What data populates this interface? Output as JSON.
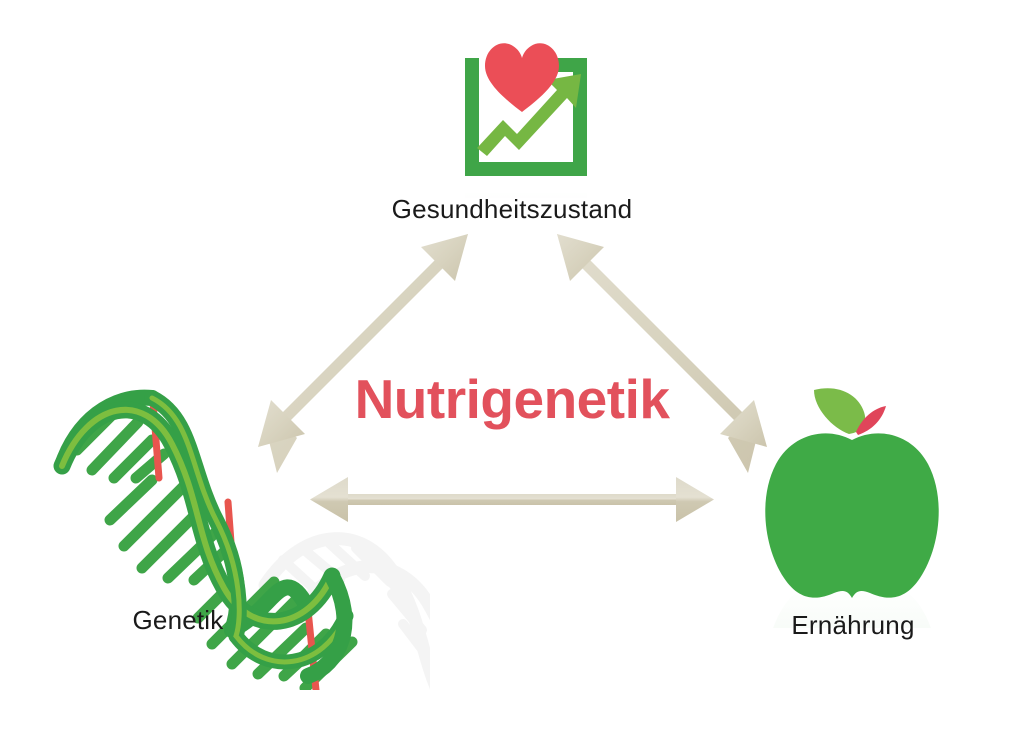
{
  "diagram": {
    "title": "Nutrigenetik",
    "title_color": "#E2515C",
    "background_color": "#FFFFFF",
    "arrow_color": "#D5D0BC",
    "label_color": "#1A1A1A"
  },
  "nodes": [
    {
      "id": "health",
      "label": "Gesundheitszustand",
      "icon": "heart-growth-chart-icon",
      "colors": {
        "frame": "#3FA548",
        "trend_arrow": "#76B743",
        "heart": "#EB4E57"
      }
    },
    {
      "id": "genetics",
      "label": "Genetik",
      "icon": "dna-helix-icon",
      "colors": {
        "strand_dark": "#35A047",
        "strand_light": "#7DBE3F",
        "accent": "#E8554E",
        "reflection": "#E9E9E9"
      }
    },
    {
      "id": "nutrition",
      "label": "Ernährung",
      "icon": "green-apple-icon",
      "colors": {
        "body": "#3FAA46",
        "leaf": "#7BBB49",
        "sprout": "#E0455A"
      }
    }
  ],
  "connections": [
    {
      "id": "genetics-health",
      "from": "genetics",
      "to": "health",
      "style": "double-headed-arrow"
    },
    {
      "id": "health-nutrition",
      "from": "health",
      "to": "nutrition",
      "style": "double-headed-arrow"
    },
    {
      "id": "genetics-nutrition",
      "from": "genetics",
      "to": "nutrition",
      "style": "double-headed-arrow"
    }
  ]
}
